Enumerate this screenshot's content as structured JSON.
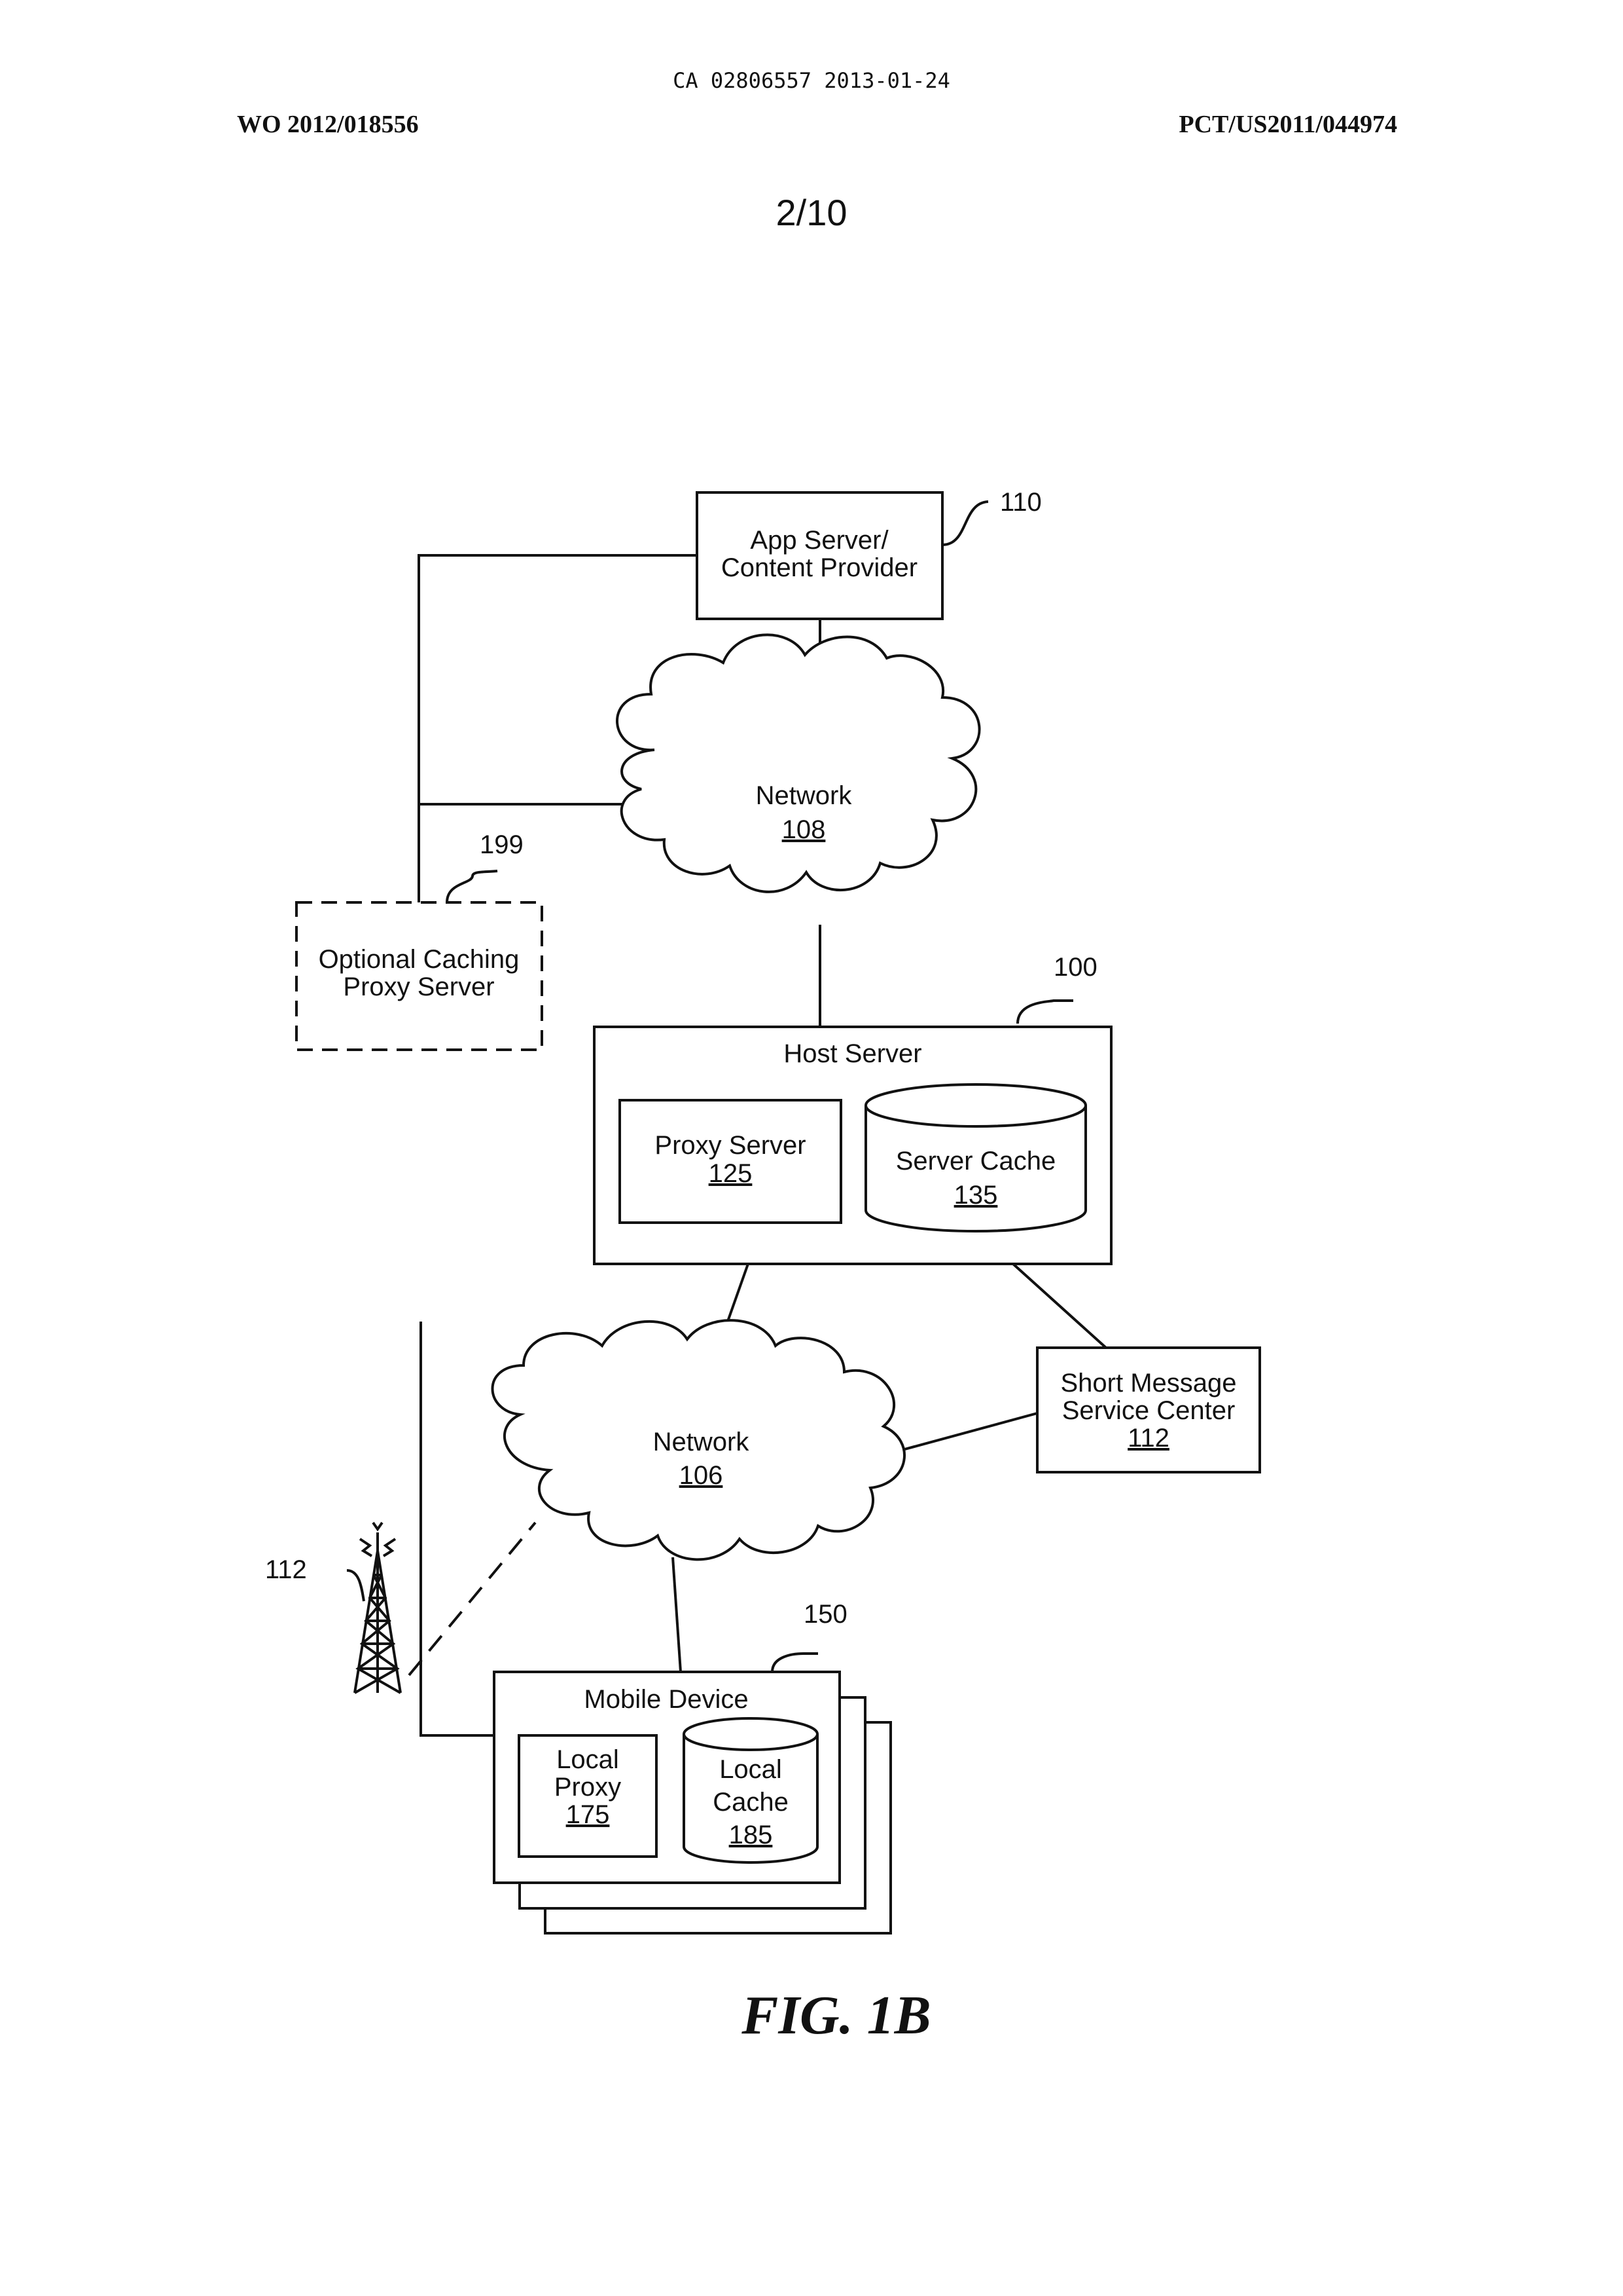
{
  "header": {
    "center": "CA 02806557 2013-01-24",
    "left": "WO 2012/018556",
    "right": "PCT/US2011/044974"
  },
  "sheet_number": "2/10",
  "diagram": {
    "app_server": {
      "line1": "App Server/",
      "line2": "Content Provider",
      "ref": "110"
    },
    "network_108": {
      "label": "Network",
      "num": "108"
    },
    "caching_proxy": {
      "line1": "Optional Caching",
      "line2": "Proxy Server",
      "ref": "199"
    },
    "host_server": {
      "label": "Host Server",
      "ref": "100"
    },
    "proxy_server": {
      "label": "Proxy Server",
      "num": "125"
    },
    "server_cache": {
      "label": "Server Cache",
      "num": "135"
    },
    "network_106": {
      "label": "Network",
      "num": "106"
    },
    "smsc": {
      "line1": "Short Message",
      "line2": "Service Center",
      "num": "112"
    },
    "tower": {
      "ref": "112"
    },
    "mobile_device": {
      "label": "Mobile Device",
      "ref": "150"
    },
    "local_proxy": {
      "line1": "Local",
      "line2": "Proxy",
      "num": "175"
    },
    "local_cache": {
      "line1": "Local",
      "line2": "Cache",
      "num": "185"
    }
  },
  "figure_label": "FIG. 1B"
}
